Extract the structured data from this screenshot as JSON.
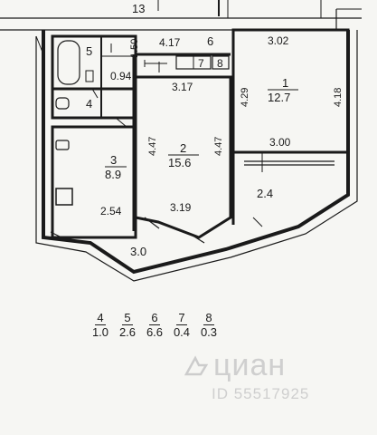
{
  "plan": {
    "dims": {
      "top_13": "13",
      "d_150": "1.50",
      "d_417": "4.17",
      "d_302": "3.02",
      "d_094": "0.94",
      "d_317": "3.17",
      "d_429": "4.29",
      "d_418": "4.18",
      "d_447_left": "4.47",
      "d_447_right": "4.47",
      "d_300": "3.00",
      "d_254": "2.54",
      "d_319": "3.19",
      "d_30": "3.0",
      "d_24": "2.4"
    },
    "rooms": {
      "r1_num": "1",
      "r1_area": "12.7",
      "r2_num": "2",
      "r2_area": "15.6",
      "r3_num": "3",
      "r3_area": "8.9",
      "r4_num": "4",
      "r5_num": "5",
      "r6_num": "6",
      "r7_num": "7",
      "r8_num": "8"
    }
  },
  "legend": [
    {
      "num": "4",
      "area": "1.0"
    },
    {
      "num": "5",
      "area": "2.6"
    },
    {
      "num": "6",
      "area": "6.6"
    },
    {
      "num": "7",
      "area": "0.4"
    },
    {
      "num": "8",
      "area": "0.3"
    }
  ],
  "watermark": {
    "brand": "циан",
    "id": "ID 55517925"
  }
}
